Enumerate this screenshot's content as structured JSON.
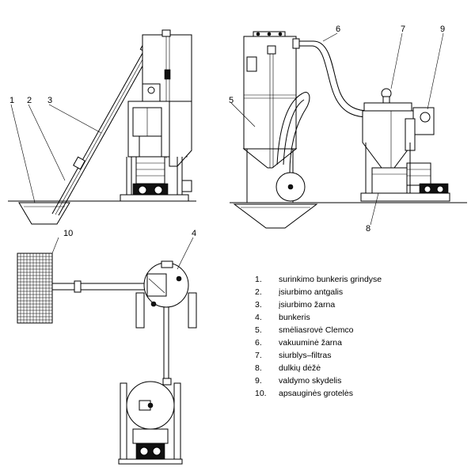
{
  "callouts": {
    "c1": "1",
    "c2": "2",
    "c3": "3",
    "c4": "4",
    "c5": "5",
    "c6": "6",
    "c7": "7",
    "c8": "8",
    "c9": "9",
    "c10": "10"
  },
  "legend": [
    {
      "num": "1.",
      "text": "surinkimo bunkeris grindyse"
    },
    {
      "num": "2.",
      "text": "įsiurbimo antgalis"
    },
    {
      "num": "3.",
      "text": "įsiurbimo žarna"
    },
    {
      "num": "4.",
      "text": "bunkeris"
    },
    {
      "num": "5.",
      "text": "smėliasrovė Clemco"
    },
    {
      "num": "6.",
      "text": "vakuuminė žarna"
    },
    {
      "num": "7.",
      "text": "siurblys–filtras"
    },
    {
      "num": "8.",
      "text": "dulkių dėžė"
    },
    {
      "num": "9.",
      "text": "valdymo skydelis"
    },
    {
      "num": "10.",
      "text": "apsauginės grotelės"
    }
  ]
}
